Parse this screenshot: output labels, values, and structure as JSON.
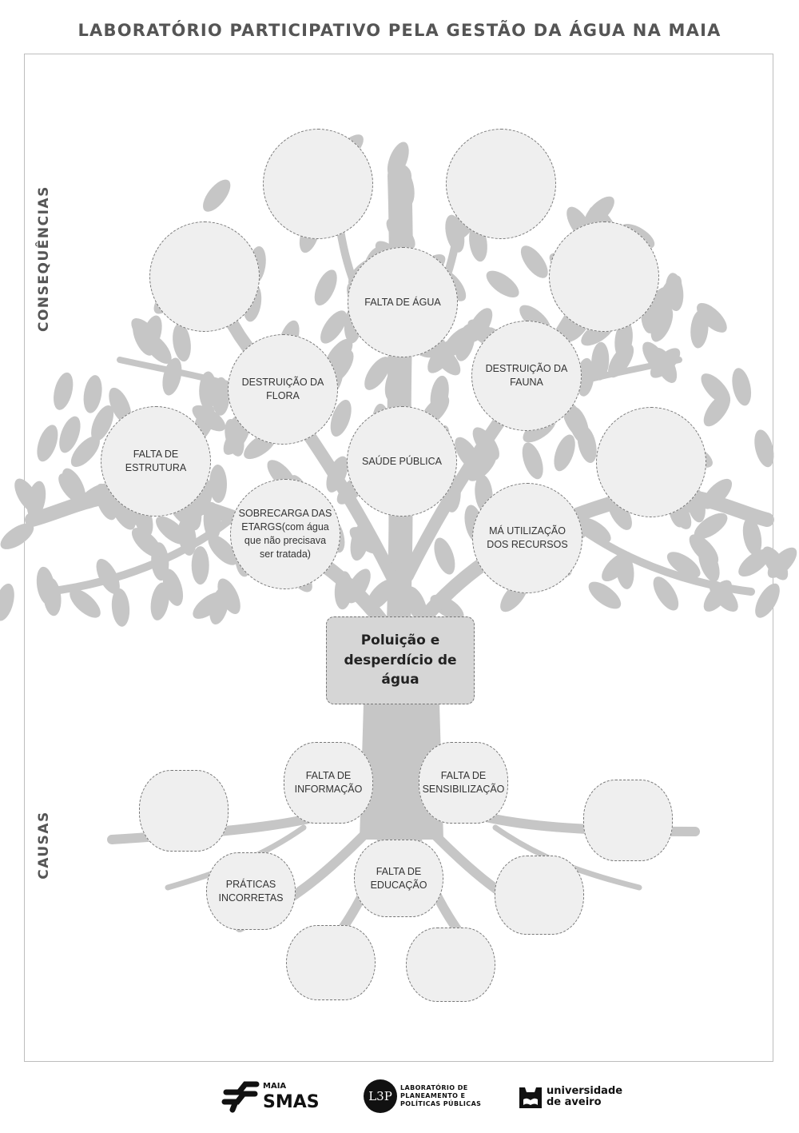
{
  "header": {
    "title": "LABORATÓRIO PARTICIPATIVO PELA GESTÃO DA ÁGUA NA MAIA"
  },
  "labels": {
    "consequences": "CONSEQUÊNCIAS",
    "causes": "CAUSAS"
  },
  "problem": "Poluição e desperdício de água",
  "consequences": [
    {
      "text": ""
    },
    {
      "text": ""
    },
    {
      "text": ""
    },
    {
      "text": ""
    },
    {
      "text": "FALTA DE ÁGUA"
    },
    {
      "text": "DESTRUIÇÃO DA FLORA"
    },
    {
      "text": "DESTRUIÇÃO DA FAUNA"
    },
    {
      "text": "FALTA DE ESTRUTURA"
    },
    {
      "text": "SAÚDE PÚBLICA"
    },
    {
      "text": ""
    },
    {
      "text": "SOBRECARGA DAS ETARGS(com água que não precisava ser tratada)"
    },
    {
      "text": "MÁ UTILIZAÇÃO DOS RECURSOS"
    }
  ],
  "causes": [
    {
      "text": ""
    },
    {
      "text": "FALTA DE INFORMAÇÃO"
    },
    {
      "text": "FALTA DE SENSIBILIZAÇÃO"
    },
    {
      "text": ""
    },
    {
      "text": "PRÁTICAS INCORRETAS"
    },
    {
      "text": "FALTA DE EDUCAÇÃO"
    },
    {
      "text": ""
    },
    {
      "text": ""
    },
    {
      "text": ""
    }
  ],
  "footer": {
    "smas": {
      "top": "MAIA",
      "name": "SMAS"
    },
    "l3p": {
      "mark": "L3P",
      "line1": "LABORATÓRIO DE",
      "line2": "PLANEAMENTO E",
      "line3": "POLÍTICAS PÚBLICAS"
    },
    "ua": {
      "line1": "universidade",
      "line2": "de aveiro"
    }
  },
  "colors": {
    "tree": "#c6c6c6",
    "node_fill": "#efefef",
    "problem_fill": "#d6d6d6",
    "text": "#555555"
  }
}
